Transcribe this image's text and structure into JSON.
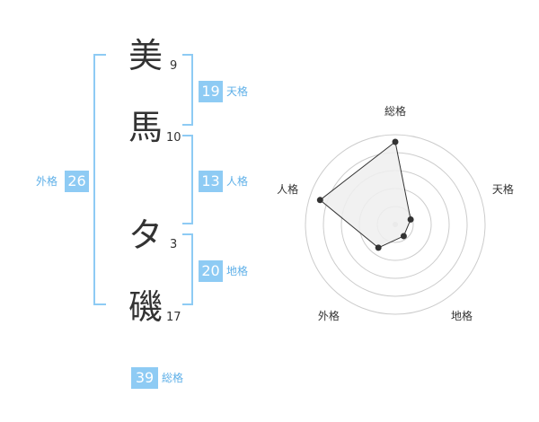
{
  "name": {
    "chars": [
      {
        "char": "美",
        "strokes": "9"
      },
      {
        "char": "馬",
        "strokes": "10"
      },
      {
        "char": "タ",
        "strokes": "3"
      },
      {
        "char": "磯",
        "strokes": "17"
      }
    ]
  },
  "kakusu": {
    "tenkaku": {
      "value": "19",
      "label": "天格"
    },
    "jinkaku": {
      "value": "13",
      "label": "人格"
    },
    "chikaku": {
      "value": "20",
      "label": "地格"
    },
    "gaikaku": {
      "value": "26",
      "label": "外格"
    },
    "soukaku": {
      "value": "39",
      "label": "総格"
    }
  },
  "chart_data": {
    "type": "radar",
    "axes": [
      "総格",
      "天格",
      "地格",
      "外格",
      "人格"
    ],
    "values": [
      4.6,
      0.9,
      0.8,
      1.6,
      4.4
    ],
    "max": 5,
    "rings": 5,
    "colors": {
      "fill": "#efefef",
      "line": "#333333",
      "ring": "#cccccc",
      "center": "#cccccc"
    }
  }
}
